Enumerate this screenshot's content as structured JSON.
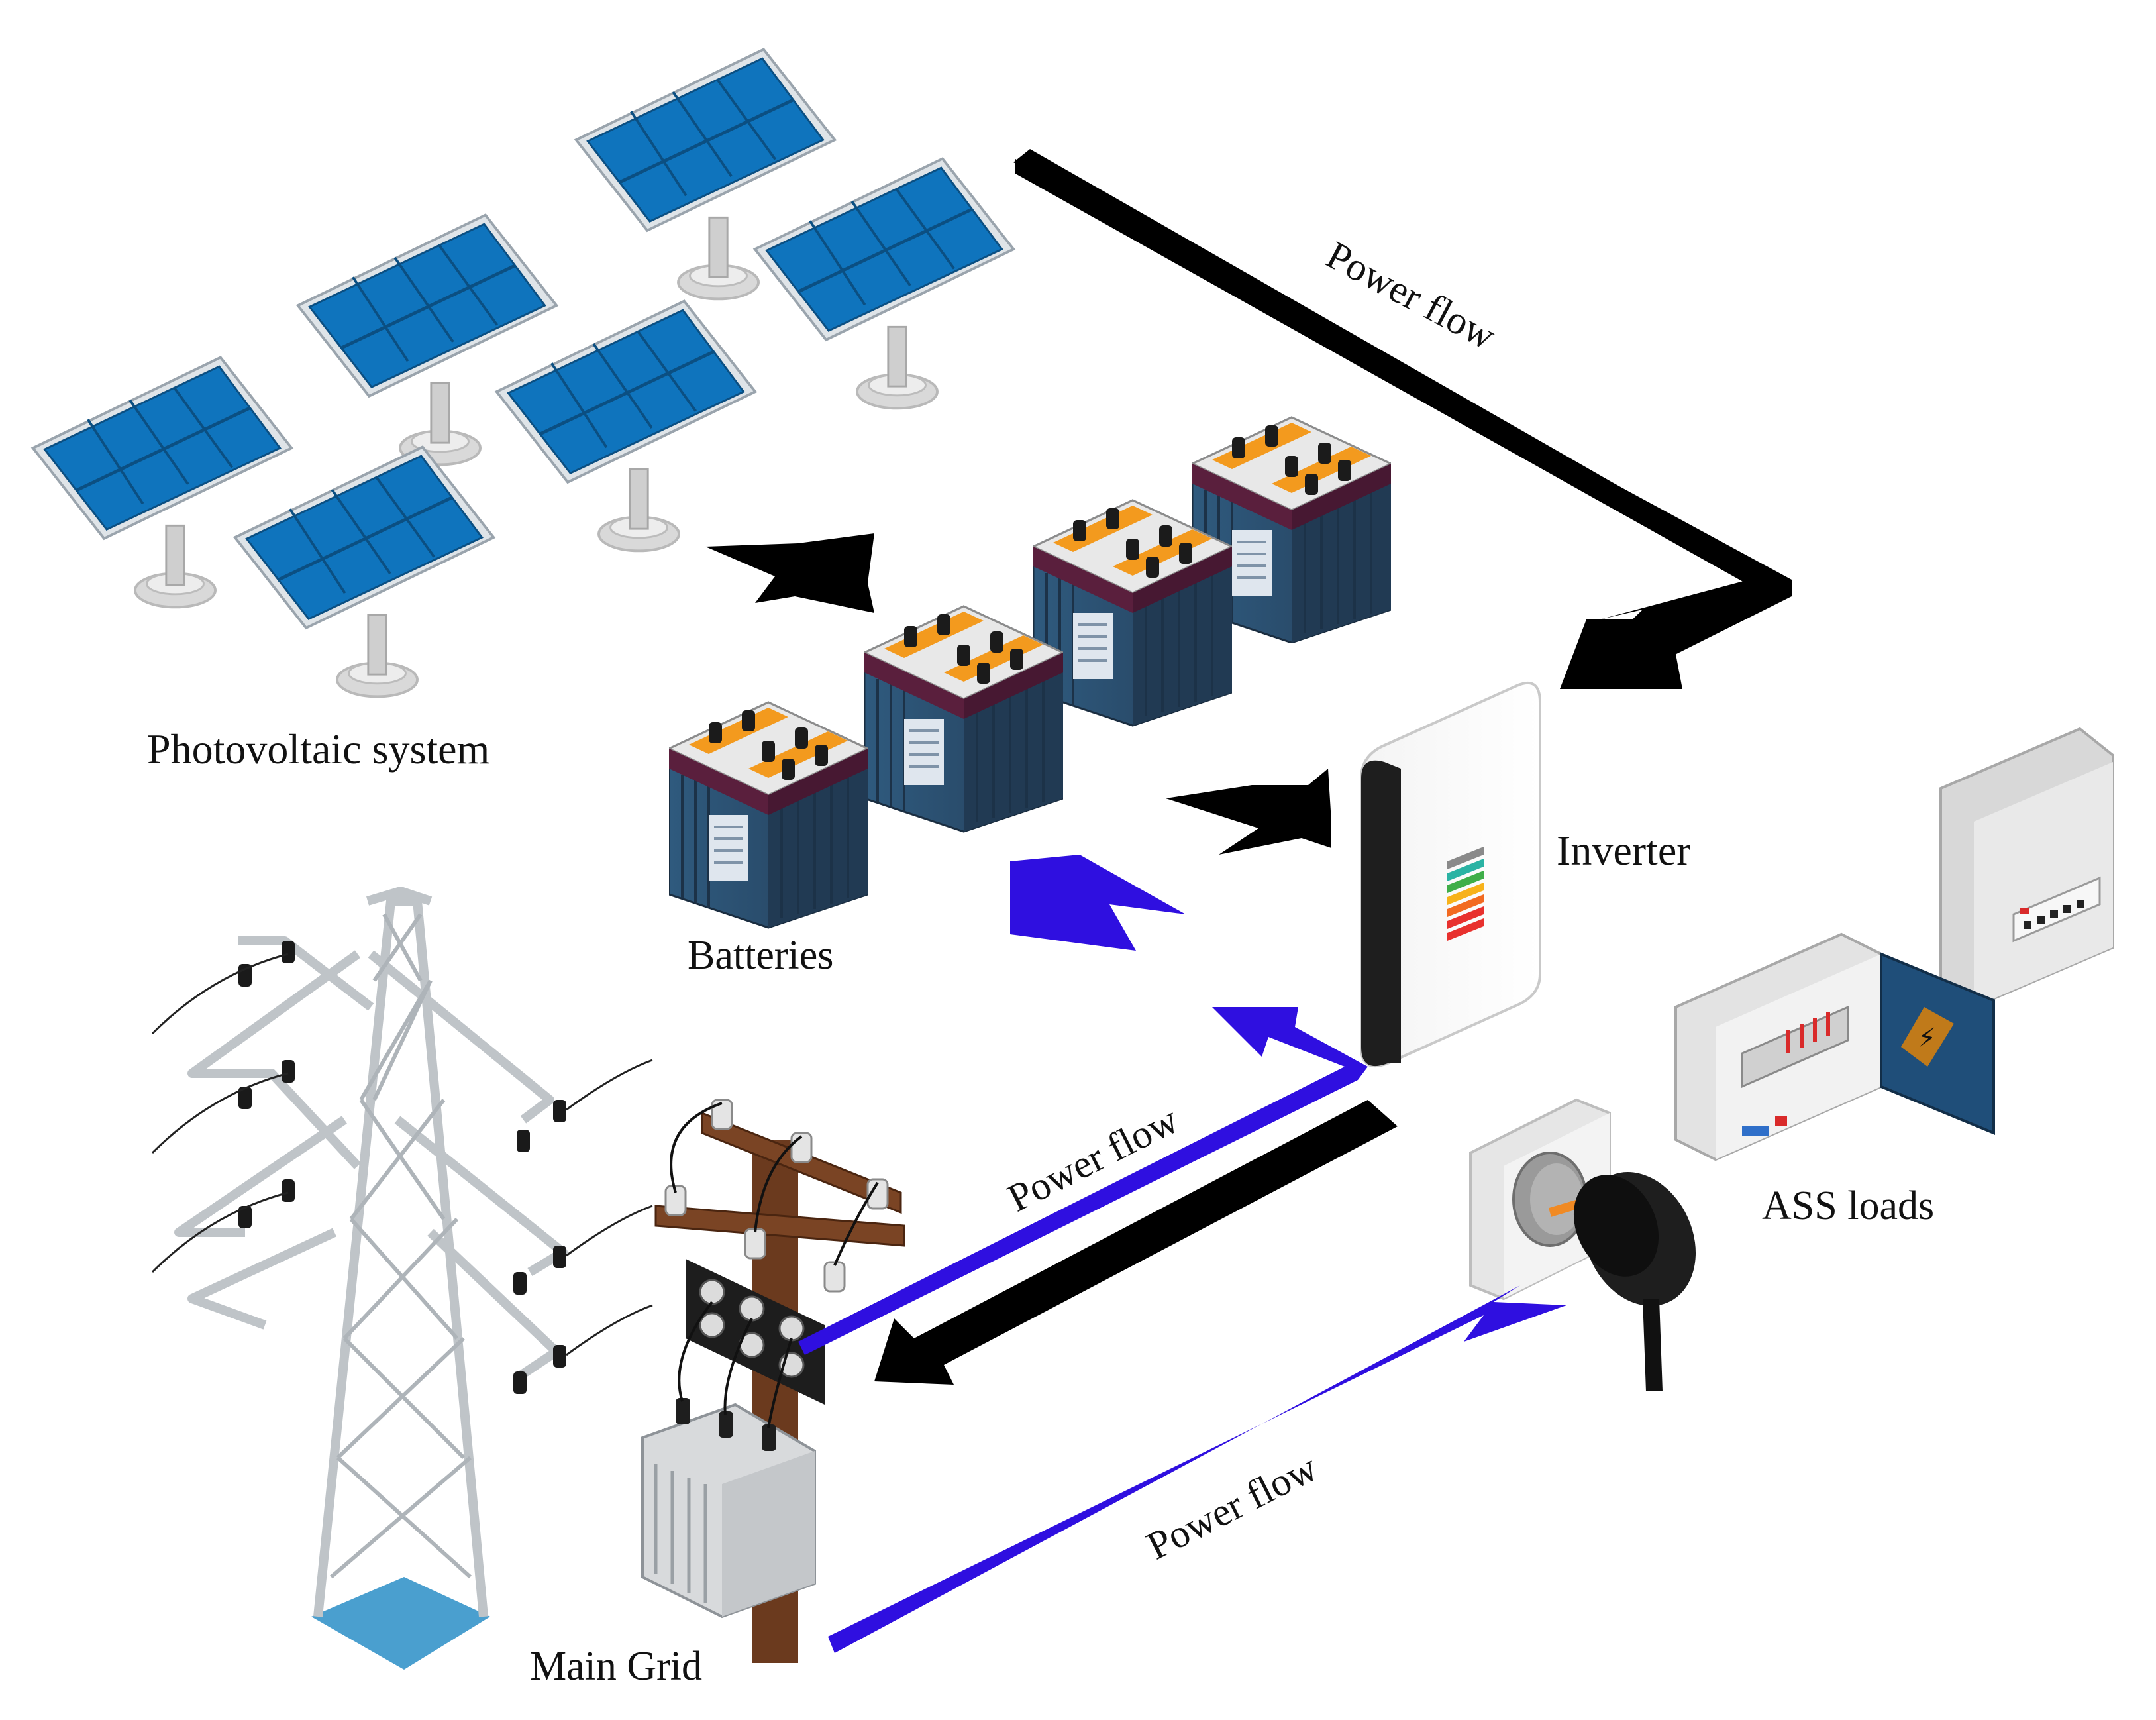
{
  "labels": {
    "pv": "Photovoltaic system",
    "batteries": "Batteries",
    "inverter": "Inverter",
    "ass_loads": "ASS loads",
    "main_grid": "Main Grid",
    "flow_pv_to_inverter": "Power flow",
    "flow_inverter_to_grid": "Power flow",
    "flow_grid_to_loads": "Power flow"
  },
  "colors": {
    "panel_blue": "#0f74bd",
    "panel_frame": "#cfd6dc",
    "battery_body": "#2f4f6f",
    "battery_top": "#f39a1e",
    "arrow_black": "#000000",
    "arrow_blue": "#2f0fe0",
    "tower_base": "#4a9fcf",
    "pole_brown": "#6b3a1e"
  }
}
